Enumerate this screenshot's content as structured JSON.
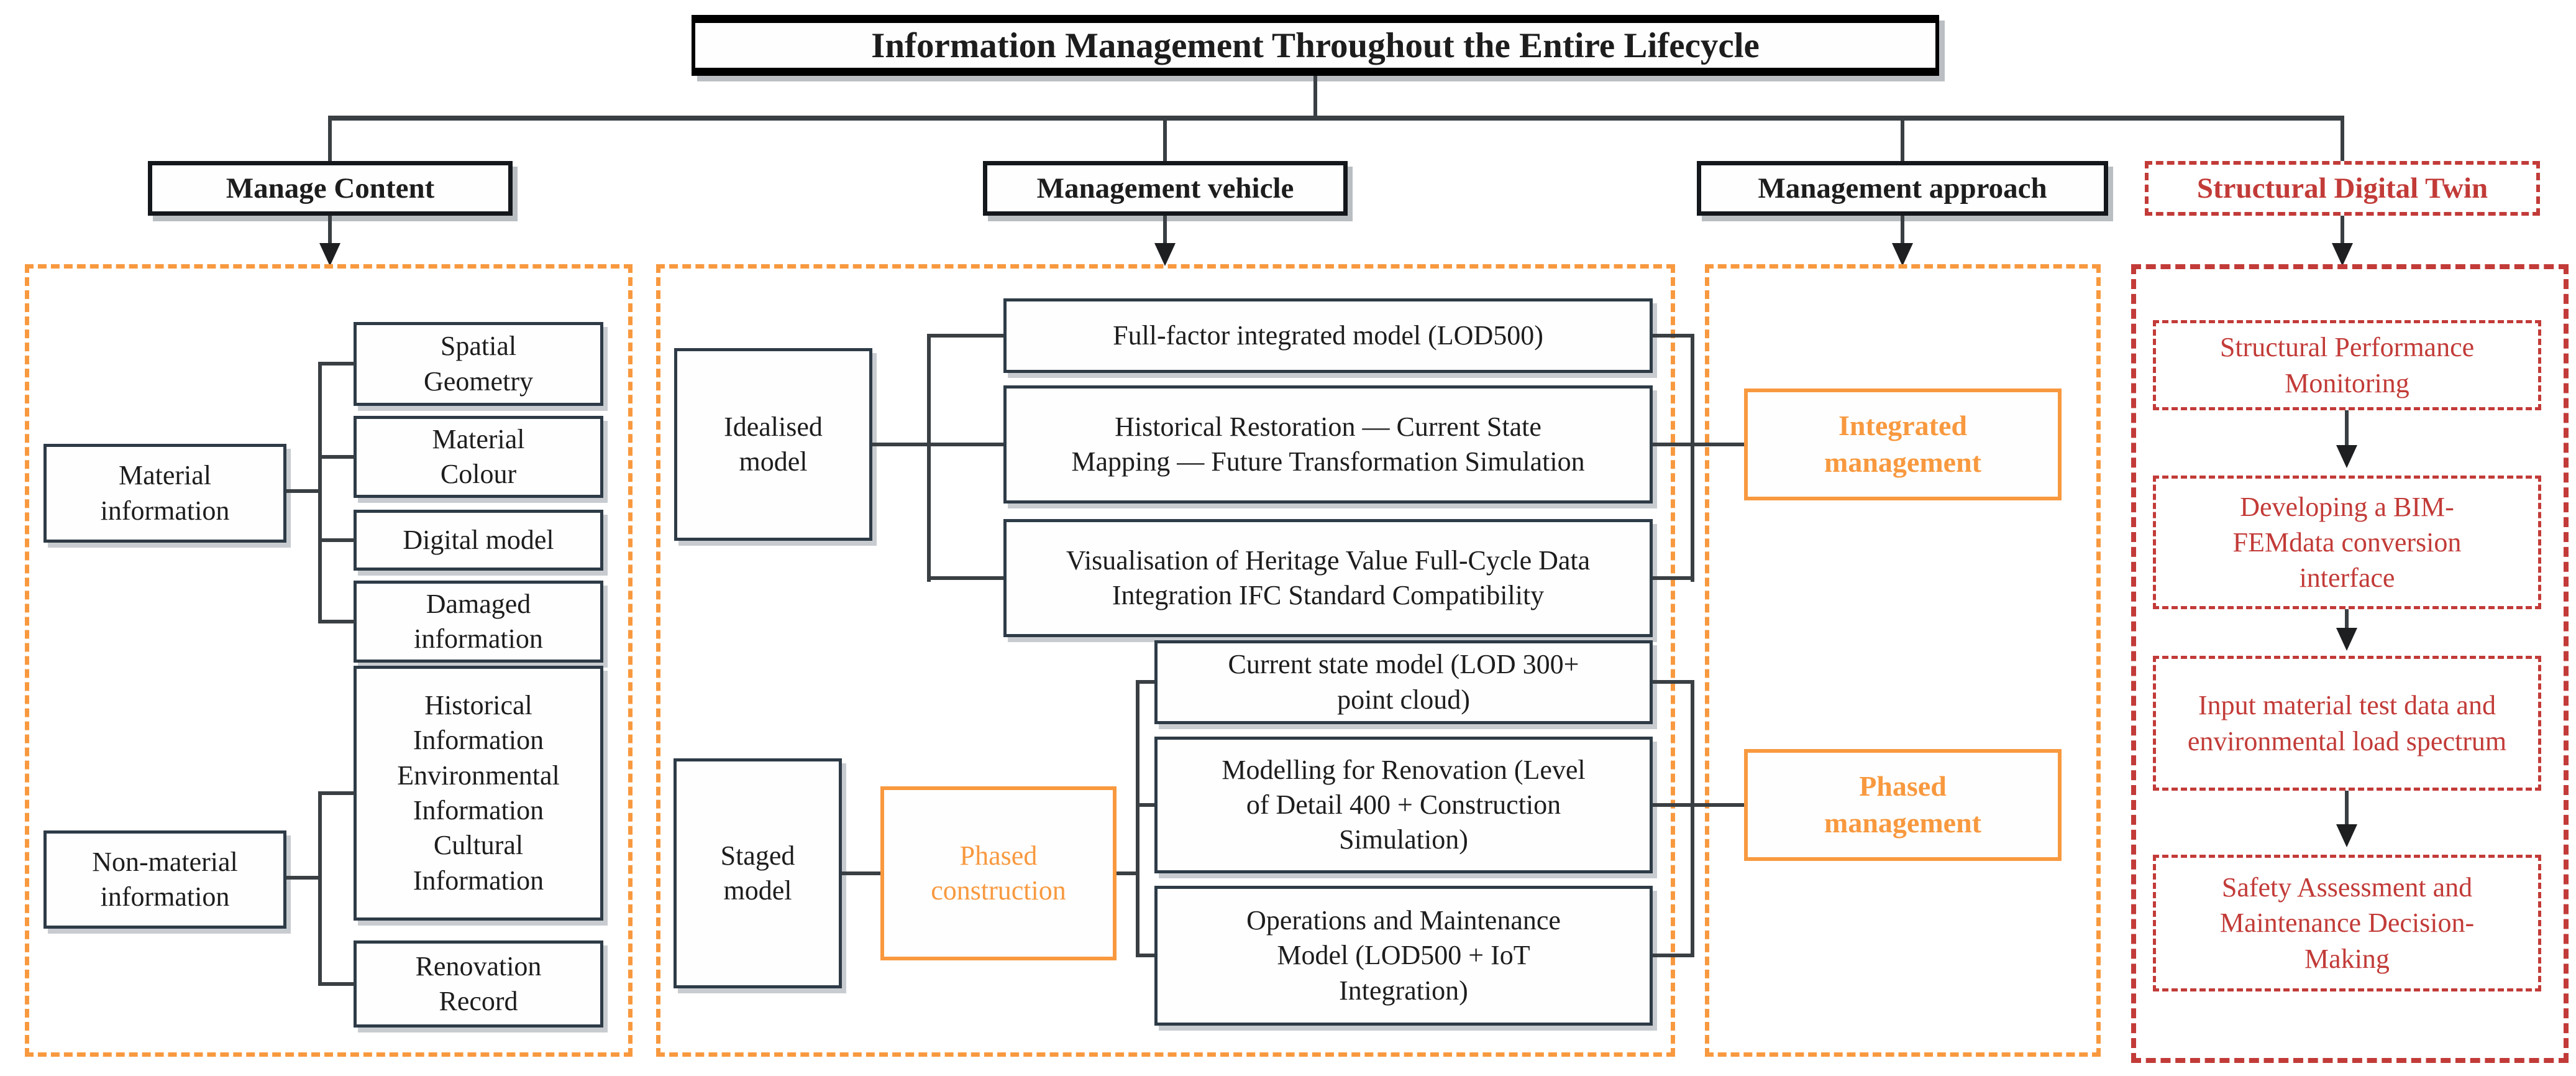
{
  "title": "Information Management Throughout the Entire Lifecycle",
  "headers": {
    "manage_content": "Manage Content",
    "management_vehicle": "Management vehicle",
    "management_approach": "Management approach",
    "structural_digital_twin": "Structural Digital Twin"
  },
  "manage_content": {
    "material": {
      "label": "Material information",
      "children": [
        "Spatial Geometry",
        "Material Colour",
        "Digital model",
        "Damaged information"
      ]
    },
    "non_material": {
      "label": "Non-material information",
      "children": [
        "Historical Information Environmental Information Cultural Information",
        "Renovation Record"
      ]
    }
  },
  "management_vehicle": {
    "idealised": {
      "label": "Idealised model",
      "children": [
        "Full-factor integrated model (LOD500)",
        "Historical Restoration — Current State Mapping — Future Transformation Simulation",
        "Visualisation of Heritage Value Full-Cycle Data Integration IFC Standard Compatibility"
      ]
    },
    "staged": {
      "label": "Staged model",
      "via": "Phased construction",
      "children": [
        "Current state model (LOD 300+ point cloud)",
        "Modelling for Renovation (Level of Detail 400 + Construction Simulation)",
        "Operations and Maintenance Model (LOD500 + IoT Integration)"
      ]
    }
  },
  "management_approach": {
    "integrated": "Integrated management",
    "phased": "Phased management"
  },
  "structural_digital_twin": {
    "steps": [
      "Structural Performance Monitoring",
      "Developing a BIM-FEMdata conversion interface",
      "Input material test data and environmental load spectrum",
      "Safety Assessment and Maintenance Decision-Making"
    ]
  },
  "colors": {
    "accent_orange": "#f8993f",
    "accent_red": "#c23b38",
    "box_border": "#2e3b47",
    "connector": "#3a3f43"
  }
}
